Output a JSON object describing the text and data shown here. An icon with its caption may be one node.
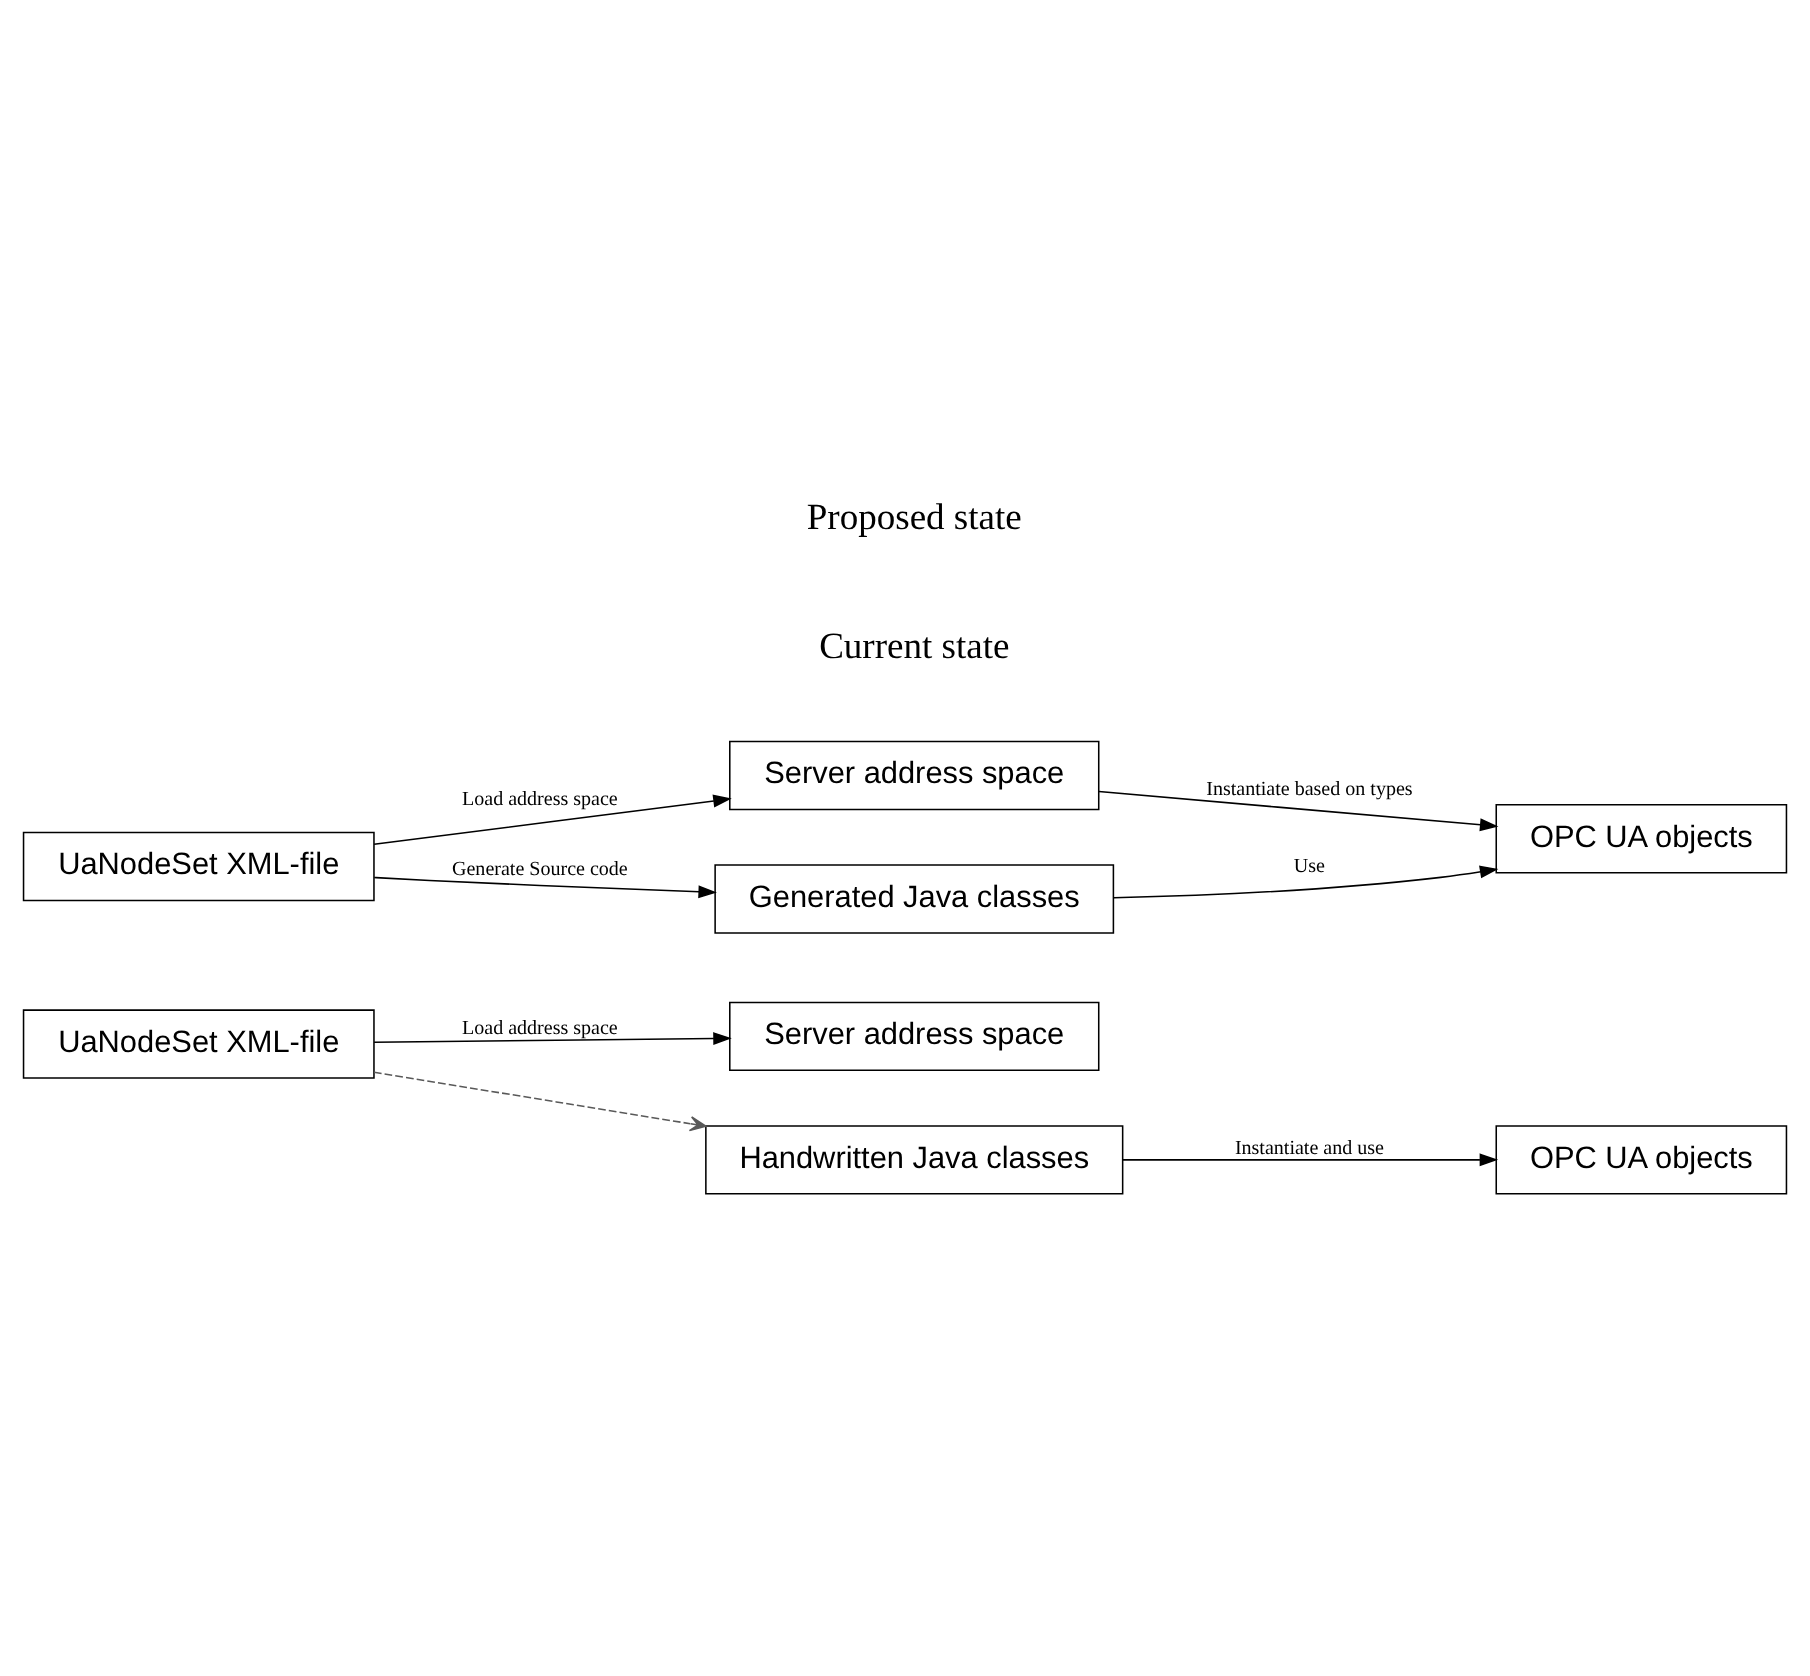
{
  "diagram": {
    "nodes": [
      {
        "text": [
          "Server address space"
        ]
      },
      {
        "text": [
          "UaNodeSet XML-file"
        ]
      },
      {
        "text": [
          "OPC UA objects"
        ]
      },
      {
        "text": [
          "Handwritten Java classes"
        ]
      },
      {
        "text": [
          "Server address space"
        ]
      },
      {
        "text": [
          "UaNodeSet XML-file"
        ]
      },
      {
        "text": [
          "OPC UA objects"
        ]
      },
      {
        "text": [
          "Generated Java classes"
        ]
      }
    ],
    "edges": [
      {
        "from": 1,
        "to": 0,
        "arrow": "to",
        "label": "Load address space"
      },
      {
        "from": 1,
        "to": 3,
        "arrow": "to",
        "style": "dashed",
        "color": "#595959"
      },
      {
        "from": 3,
        "to": 2,
        "arrow": "to",
        "label": "Instantiate and use"
      },
      {
        "from": 5,
        "to": 4,
        "arrow": "to",
        "label": "Load address space"
      },
      {
        "from": 4,
        "to": 6,
        "arrow": "to",
        "label": "Instantiate based on types"
      },
      {
        "from": 5,
        "to": 7,
        "arrow": "to",
        "label": "Generate Source code"
      },
      {
        "from": 7,
        "to": 6,
        "arrow": "to",
        "label": "Use"
      }
    ],
    "labels": [
      "Current state",
      "Proposed state"
    ]
  }
}
